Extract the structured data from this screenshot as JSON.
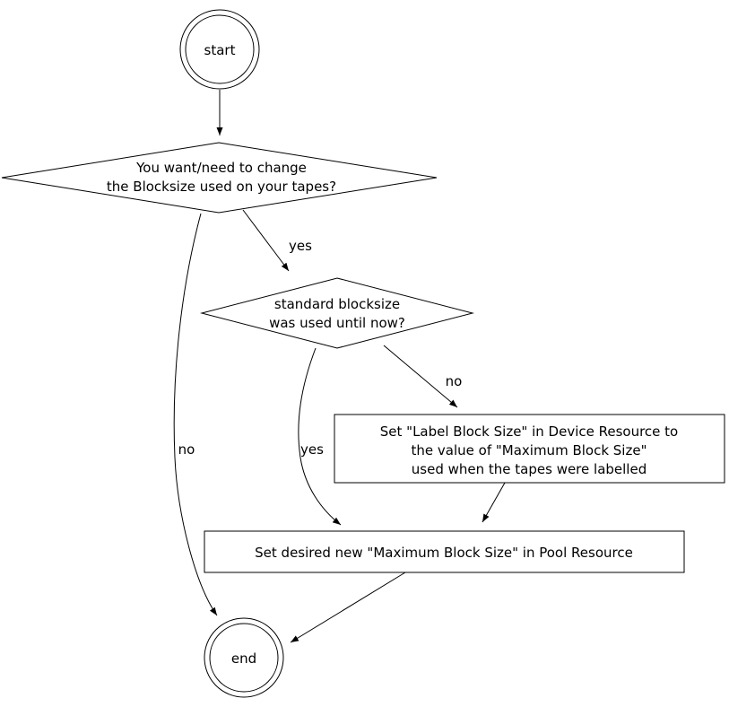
{
  "diagram": {
    "type": "flowchart",
    "colors": {
      "background": "#ffffff",
      "node_fill": "#ffffff",
      "stroke": "#000000",
      "text": "#000000"
    },
    "nodes": {
      "start": {
        "type": "terminal",
        "label": "start"
      },
      "decision_change_blocksize": {
        "type": "decision",
        "line1": "You want/need to change",
        "line2": "the Blocksize used on your tapes?"
      },
      "decision_standard_blocksize": {
        "type": "decision",
        "line1": "standard blocksize",
        "line2": "was used until now?"
      },
      "process_label_block_size": {
        "type": "process",
        "line1": "Set \"Label Block Size\" in Device Resource to",
        "line2": "the value of \"Maximum Block Size\"",
        "line3": "used when the tapes were labelled"
      },
      "process_pool_resource": {
        "type": "process",
        "label": "Set desired new \"Maximum Block Size\" in Pool Resource"
      },
      "end": {
        "type": "terminal",
        "label": "end"
      }
    },
    "edge_labels": {
      "decision1_yes": "yes",
      "decision1_no": "no",
      "decision2_yes": "yes",
      "decision2_no": "no"
    }
  }
}
